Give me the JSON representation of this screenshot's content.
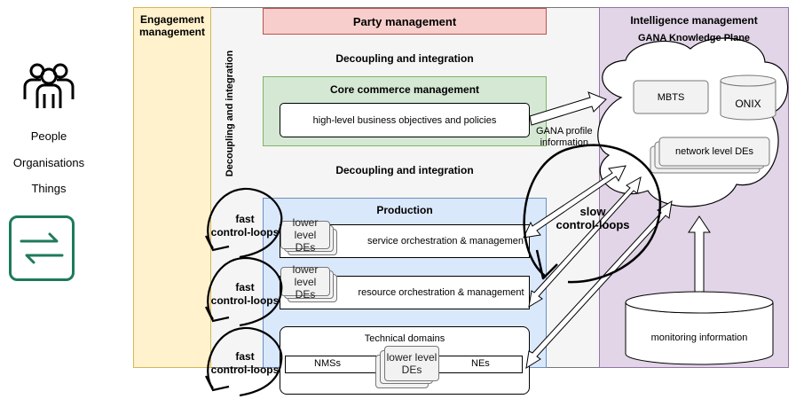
{
  "left_panel": {
    "items": [
      "People",
      "Organisations",
      "Things"
    ],
    "icon_people": "people-group-icon",
    "icon_exchange": "exchange-arrows-icon"
  },
  "engagement": {
    "title_line1": "Engagement",
    "title_line2": "management"
  },
  "party": {
    "title": "Party management"
  },
  "decoupling": {
    "top": "Decoupling and integration",
    "middle": "Decoupling and integration",
    "vertical": "Decoupling and integration"
  },
  "core": {
    "title": "Core commerce management",
    "objectives": "high-level business objectives and policies"
  },
  "gana_profile": {
    "line1": "GANA profile",
    "line2": "information"
  },
  "production": {
    "title": "Production",
    "service": "service orchestration & managemen",
    "resource": "resource orchestration & management",
    "lower_level_line1": "lower level",
    "lower_level_line2": "DEs"
  },
  "technical": {
    "title": "Technical domains",
    "nms": "NMSs",
    "nes": "NEs",
    "lower_level_line1": "lower level",
    "lower_level_line2": "DEs"
  },
  "loops": {
    "fast_line1": "fast",
    "fast_line2": "control-loops",
    "slow_line1": "slow",
    "slow_line2": "control-loops"
  },
  "intelligence": {
    "title": "Intelligence management",
    "plane": "GANA Knowledge Plane",
    "mbts": "MBTS",
    "onix": "ONIX",
    "network_des": "network level DEs",
    "monitoring": "monitoring information"
  },
  "colors": {
    "engagement_fill": "#fff2cc",
    "engagement_border": "#d6b656",
    "party_fill": "#f8cecc",
    "party_border": "#b85450",
    "core_fill": "#d5e8d4",
    "core_border": "#82b366",
    "production_fill": "#dae8fc",
    "production_border": "#6c8ebf",
    "intelligence_fill": "#e1d5e7",
    "intelligence_border": "#9673a6",
    "outer_fill": "#f5f5f5",
    "icon_green": "#1e7a5a"
  }
}
